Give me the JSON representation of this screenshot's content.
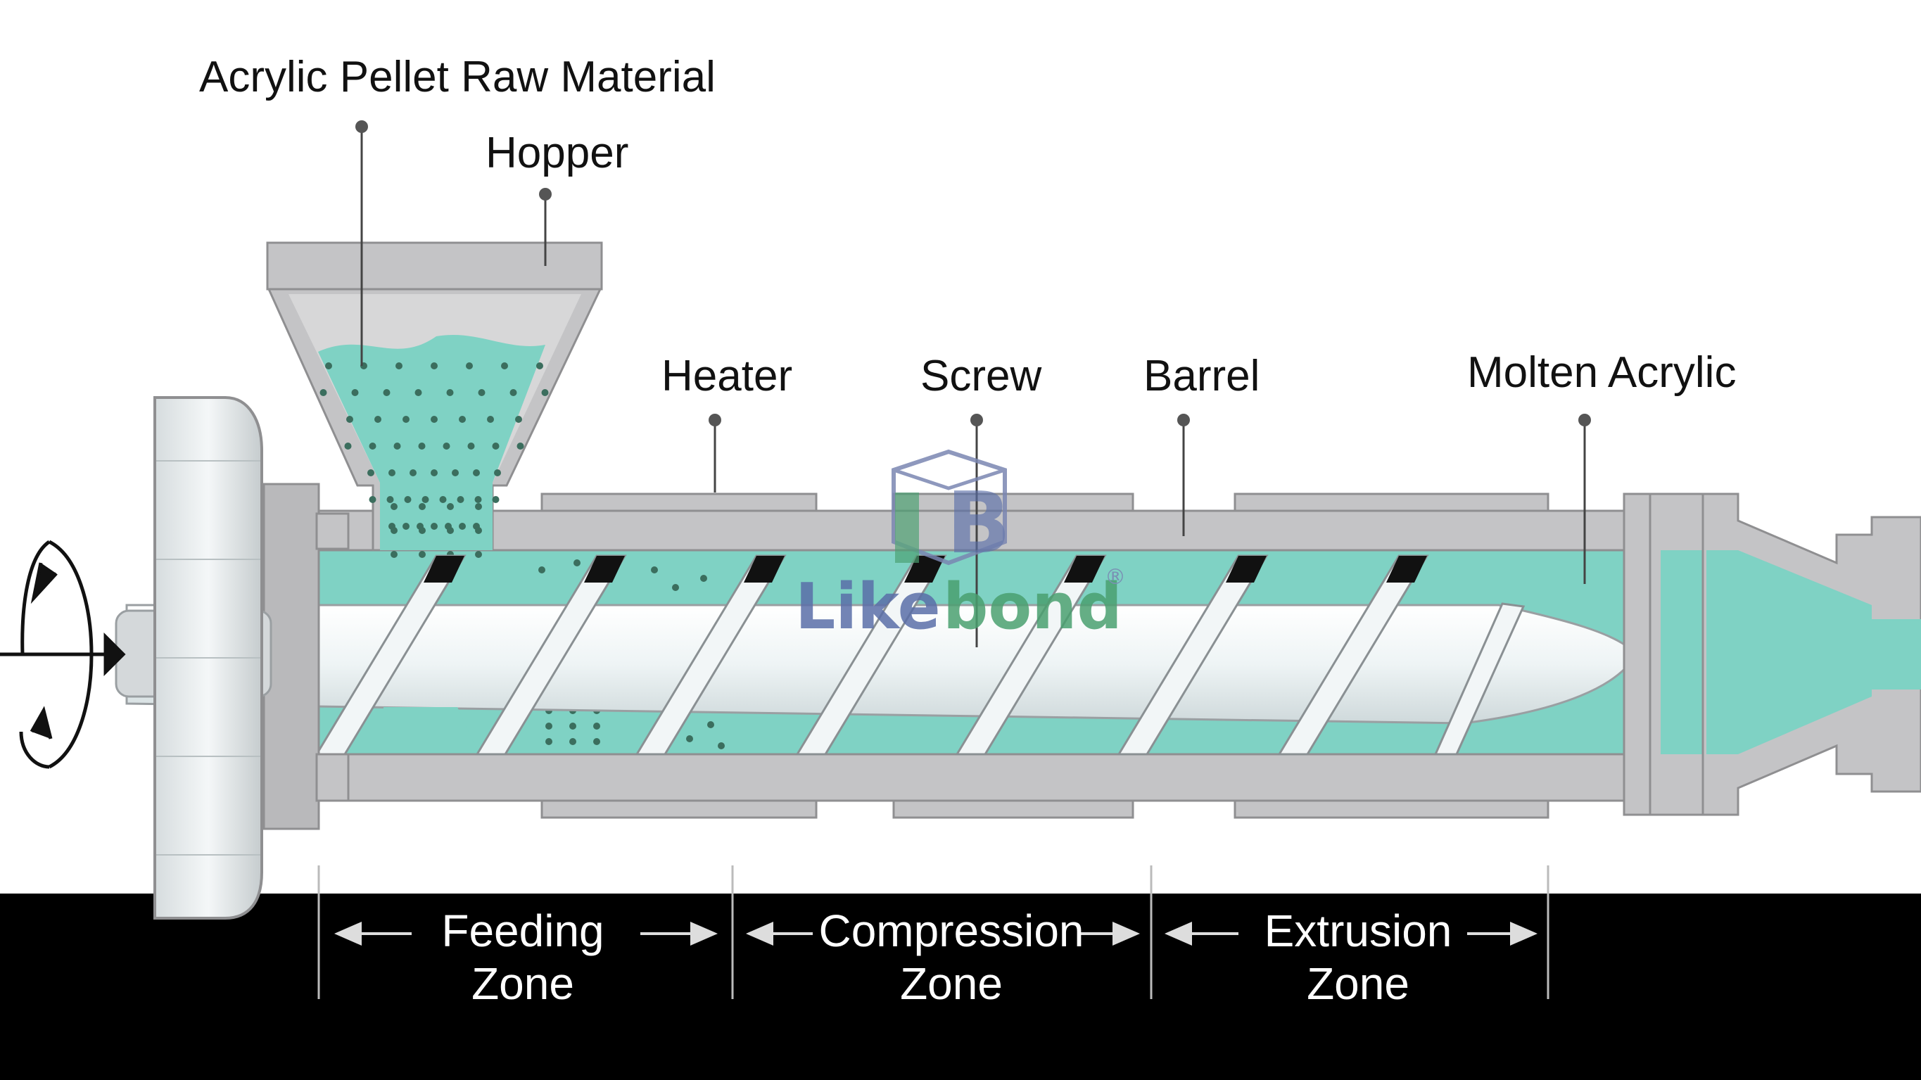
{
  "labels": {
    "pellet": "Acrylic Pellet Raw Material",
    "hopper": "Hopper",
    "heater": "Heater",
    "screw": "Screw",
    "barrel": "Barrel",
    "molten": "Molten Acrylic"
  },
  "zones": [
    {
      "line1": "Feeding",
      "line2": "Zone"
    },
    {
      "line1": "Compression",
      "line2": "Zone"
    },
    {
      "line1": "Extrusion",
      "line2": "Zone"
    }
  ],
  "watermark": {
    "part1": "Like",
    "part2": "bond",
    "registered": "®",
    "color1": "#5a6ea8",
    "color2": "#4aa070"
  },
  "colors": {
    "material": "#7fd2c4",
    "metal": "#c4c4c6",
    "metal_dark": "#9a9a9c",
    "screw": "#eef3f4",
    "band": "#000000"
  }
}
